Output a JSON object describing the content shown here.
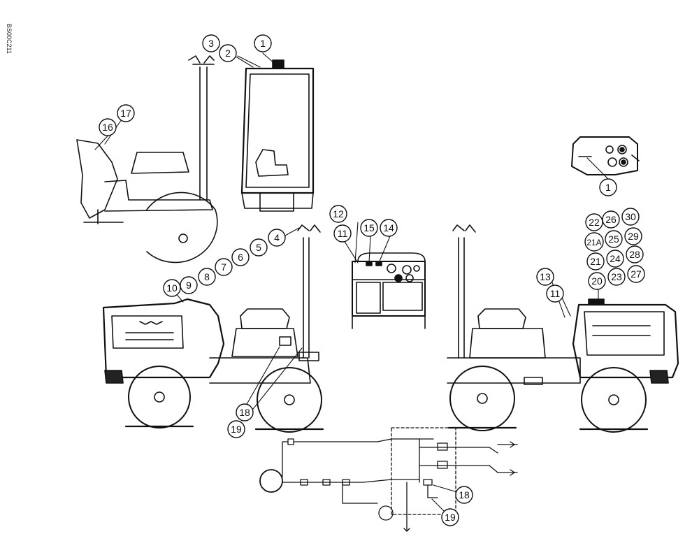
{
  "doc_id": "BS00C211",
  "callouts": [
    {
      "id": "c1a",
      "label": "1"
    },
    {
      "id": "c2",
      "label": "2"
    },
    {
      "id": "c3",
      "label": "3"
    },
    {
      "id": "c1b",
      "label": "1"
    },
    {
      "id": "c16",
      "label": "16"
    },
    {
      "id": "c17",
      "label": "17"
    },
    {
      "id": "c4",
      "label": "4"
    },
    {
      "id": "c5",
      "label": "5"
    },
    {
      "id": "c6",
      "label": "6"
    },
    {
      "id": "c7",
      "label": "7"
    },
    {
      "id": "c8",
      "label": "8"
    },
    {
      "id": "c9",
      "label": "9"
    },
    {
      "id": "c10",
      "label": "10"
    },
    {
      "id": "c12",
      "label": "12"
    },
    {
      "id": "c11a",
      "label": "11"
    },
    {
      "id": "c15",
      "label": "15"
    },
    {
      "id": "c14",
      "label": "14"
    },
    {
      "id": "c13",
      "label": "13"
    },
    {
      "id": "c11b",
      "label": "11"
    },
    {
      "id": "c22",
      "label": "22"
    },
    {
      "id": "c26",
      "label": "26"
    },
    {
      "id": "c30",
      "label": "30"
    },
    {
      "id": "c21A",
      "label": "21A"
    },
    {
      "id": "c25",
      "label": "25"
    },
    {
      "id": "c29",
      "label": "29"
    },
    {
      "id": "c21",
      "label": "21"
    },
    {
      "id": "c24",
      "label": "24"
    },
    {
      "id": "c28",
      "label": "28"
    },
    {
      "id": "c20",
      "label": "20"
    },
    {
      "id": "c23",
      "label": "23"
    },
    {
      "id": "c27",
      "label": "27"
    },
    {
      "id": "c18a",
      "label": "18"
    },
    {
      "id": "c19a",
      "label": "19"
    },
    {
      "id": "c18b",
      "label": "18"
    },
    {
      "id": "c19b",
      "label": "19"
    }
  ]
}
